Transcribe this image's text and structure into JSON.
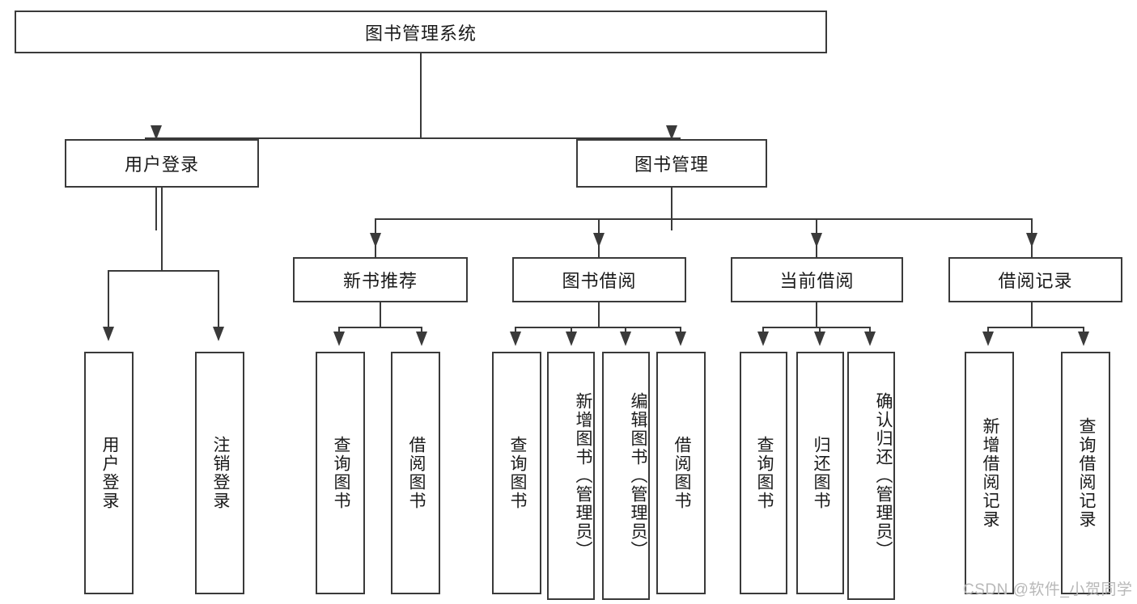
{
  "diagram": {
    "title_root": "图书管理系统",
    "level2": {
      "user_login": "用户登录",
      "book_manage": "图书管理"
    },
    "level3": {
      "new_book_recommend": "新书推荐",
      "book_borrow": "图书借阅",
      "current_borrow": "当前借阅",
      "borrow_record": "借阅记录"
    },
    "leaves": {
      "user_login_1": "用户登录",
      "user_login_2": "注销登录",
      "recommend_1": "查询图书",
      "recommend_2": "借阅图书",
      "borrow_1": "查询图书",
      "borrow_2": "新增图书（管理员）",
      "borrow_3": "编辑图书（管理员）",
      "borrow_4": "借阅图书",
      "current_1": "查询图书",
      "current_2": "归还图书",
      "current_3": "确认归还（管理员）",
      "record_1": "新增借阅记录",
      "record_2": "查询借阅记录"
    }
  },
  "watermark": {
    "text": "CSDN @软件_小贺同学"
  },
  "colors": {
    "border": "#3a3a3a",
    "background": "#ffffff",
    "text": "#1a1a1a",
    "watermark": "#b8b8b8"
  }
}
